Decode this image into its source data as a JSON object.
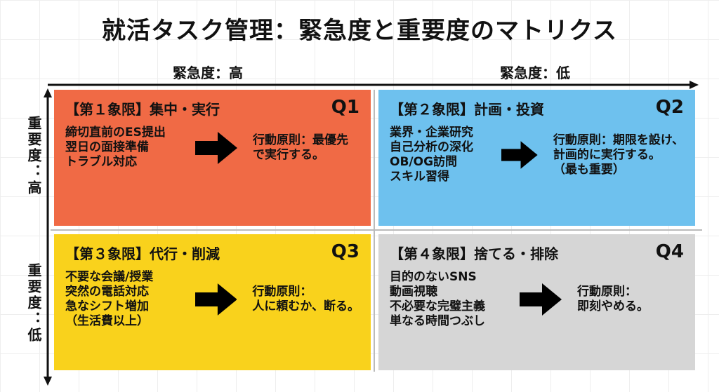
{
  "title": "就活タスク管理：緊急度と重要度のマトリクス",
  "axes": {
    "urgency_high": "緊急度：高",
    "urgency_low": "緊急度：低",
    "importance_high": "重要度：高",
    "importance_low": "重要度：低"
  },
  "quadrants": [
    {
      "id": "Q1",
      "header": "【第１象限】集中・実行",
      "color": "#F06A45",
      "items": [
        "締切直前のES提出",
        "翌日の面接準備",
        "トラブル対応"
      ],
      "rule": [
        "行動原則：最優先",
        "で実行する。"
      ]
    },
    {
      "id": "Q2",
      "header": "【第２象限】計画・投資",
      "color": "#6EC1EE",
      "items": [
        "業界・企業研究",
        "自己分析の深化",
        "OB/OG訪問",
        "スキル習得"
      ],
      "rule": [
        "行動原則：期限を設け、",
        "計画的に実行する。",
        "（最も重要）"
      ]
    },
    {
      "id": "Q3",
      "header": "【第３象限】代行・削減",
      "color": "#F9D21C",
      "items": [
        "不要な会議/授業",
        "突然の電話対応",
        "急なシフト増加",
        "（生活費以上）"
      ],
      "rule": [
        "行動原則：",
        "人に頼むか、断る。"
      ]
    },
    {
      "id": "Q4",
      "header": "【第４象限】捨てる・排除",
      "color": "#D6D6D6",
      "items": [
        "目的のないSNS",
        "動画視聴",
        "不必要な完璧主義",
        "単なる時間つぶし"
      ],
      "rule": [
        "行動原則：",
        "即刻やめる。"
      ]
    }
  ]
}
